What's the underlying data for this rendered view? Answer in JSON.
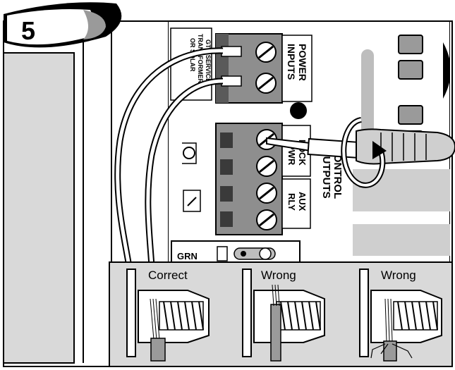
{
  "step": {
    "number": "5"
  },
  "board": {
    "transformer_label": [
      "GTO SERVICE",
      "TRANSFORMER",
      "OR SOLAR"
    ],
    "power_inputs": [
      "POWER",
      "INPUTS"
    ],
    "control_outputs": [
      "CONTROL",
      "OUTPUTS"
    ],
    "lock_pwr": [
      "LOCK",
      "PWR"
    ],
    "aux_rly": [
      "AUX",
      "RLY"
    ],
    "grn": "GRN"
  },
  "wiring_examples": [
    {
      "label": "Correct"
    },
    {
      "label": "Wrong"
    },
    {
      "label": "Wrong"
    }
  ]
}
